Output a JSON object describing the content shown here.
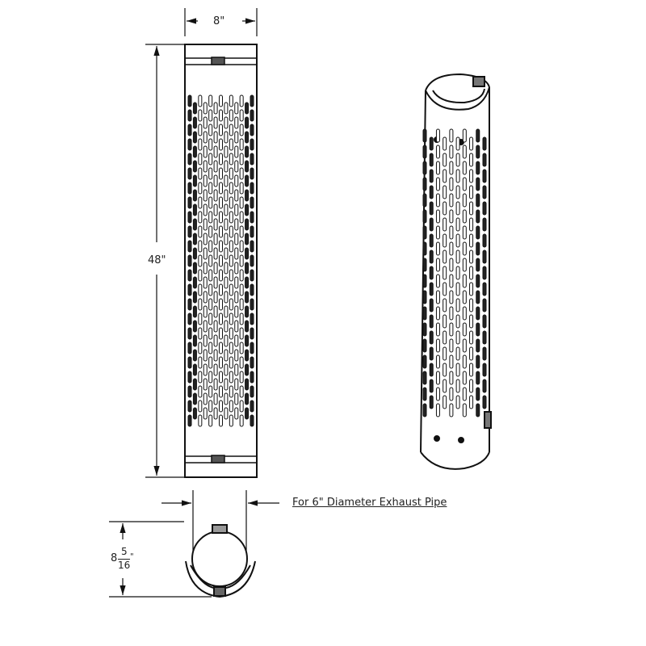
{
  "dimensions": {
    "width": "8\"",
    "height": "48\"",
    "depth_whole": "8",
    "depth_numerator": "5",
    "depth_denominator": "16",
    "depth_unit": "\""
  },
  "note": "For 6\" Diameter Exhaust Pipe",
  "colors": {
    "line": "#111111",
    "background": "#ffffff"
  }
}
